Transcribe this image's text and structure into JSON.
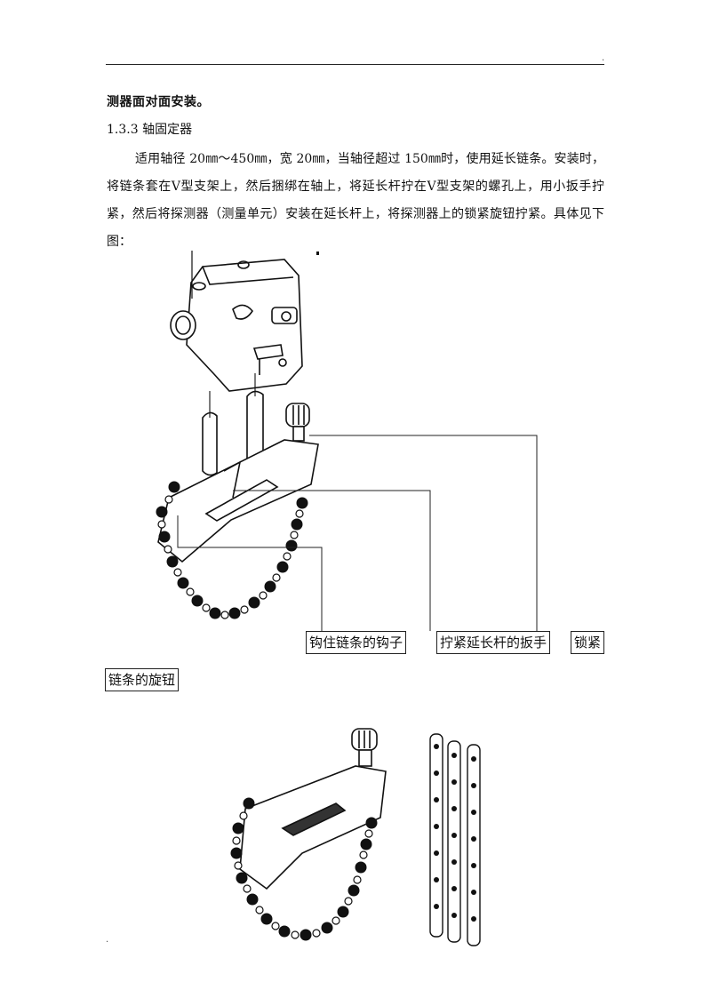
{
  "doc": {
    "heading": "测器面对面安装。",
    "subheading": "1.3.3  轴固定器",
    "paragraph": "适用轴径 20㎜～450㎜，宽 20㎜，当轴径超过 150㎜时，使用延长链条。安装时，将链条套在Ⅴ型支架上，然后捆绑在轴上，将延长杆拧在Ⅴ型支架的螺孔上，用小扳手拧紧，然后将探测器（测量单元）安装在延长杆上，将探测器上的锁紧旋钮拧紧。具体见下图：",
    "top_mark": "."
  },
  "figure1": {
    "labels": {
      "hook": "钩住链条的钩子",
      "wrench": "拧紧延长杆的扳手",
      "lock_part1": "锁紧",
      "lock_part2": "链条的旋钮"
    }
  }
}
